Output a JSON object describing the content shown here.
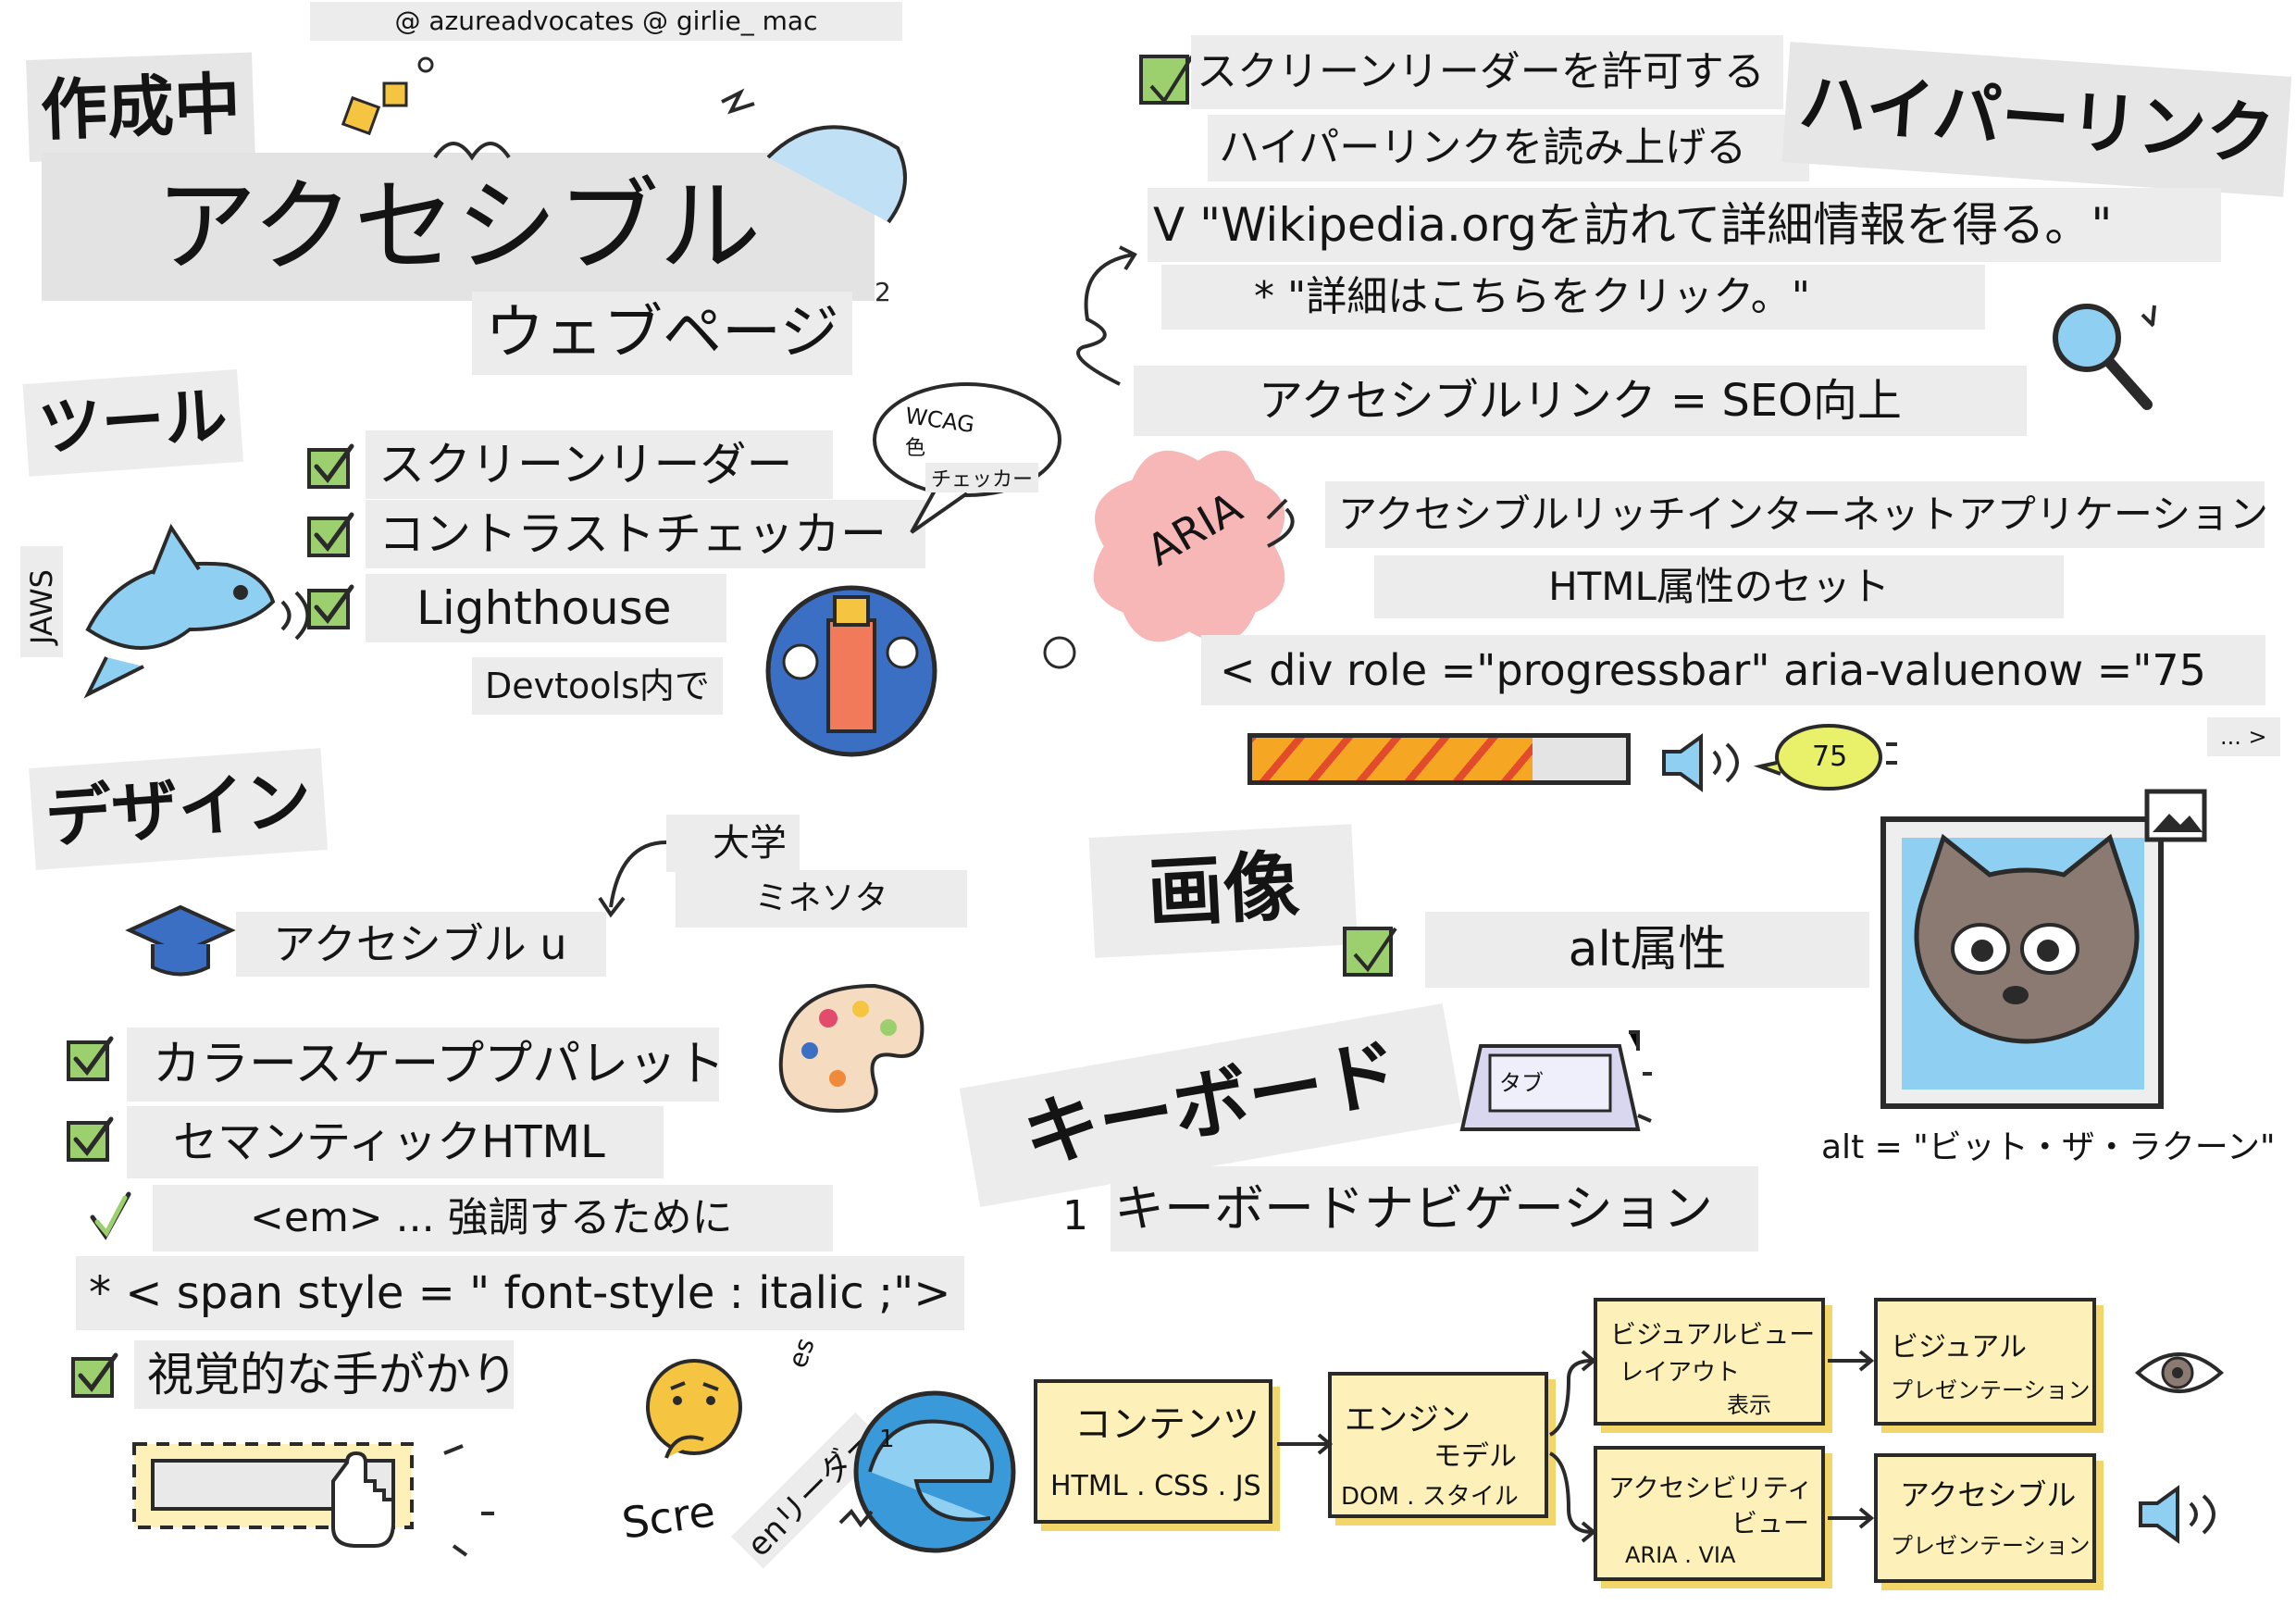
{
  "credit": "@ azureadvocates @ girlie_ mac",
  "title": {
    "line1": "作成中",
    "line2": "アクセシブル",
    "line3": "ウェブページ"
  },
  "tools": {
    "heading": "ツール",
    "items": [
      "スクリーンリーダー",
      "コントラストチェッカー",
      "Lighthouse"
    ],
    "devtools_note": "Devtools内で",
    "jaws": "JAWS",
    "bubble_line1": "WCAG",
    "bubble_line2": "色",
    "bubble_line3": "チェッカー"
  },
  "design": {
    "heading": "デザイン",
    "university": "大学",
    "minnesota": "ミネソタ",
    "accessible_u": "アクセシブル u",
    "items": [
      "カラースケーププパレット",
      "セマンティックHTML"
    ],
    "em_note": "<em> ... 強調するために",
    "span_note": "* < span style = \" font-style : italic ;\">",
    "visual_cues": "視覚的な手がかり"
  },
  "hyperlinks": {
    "heading": "ハイパーリンク",
    "allow_reader": "スクリーンリーダーを許可する",
    "read_aloud": "ハイパーリンクを読み上げる",
    "good_example": "V \"Wikipedia.orgを訪れて詳細情報を得る。\"",
    "bad_example": "* \"詳細はこちらをクリック。\"",
    "seo": "アクセシブルリンク = SEO向上"
  },
  "aria": {
    "cloud": "ARIA",
    "full_name": "アクセシブルリッチインターネットアプリケーション",
    "attrs": "HTML属性のセット",
    "code": "< div role =\"progressbar\" aria-valuenow =\"75",
    "ellipsis": "... >",
    "value_label": "75",
    "progress": 0.75
  },
  "images": {
    "heading": "画像",
    "alt_attr": "alt属性",
    "alt_example": "alt = \"ビット・ザ・ラクーン\""
  },
  "keyboard": {
    "heading": "キーボード",
    "tab_key": "タブ",
    "nav": "キーボードナビゲーション",
    "num": "1"
  },
  "flow": {
    "content_title": "コンテンツ",
    "content_sub": "HTML . CSS . JS",
    "engine_title": "エンジン",
    "engine_model": "モデル",
    "engine_sub": "DOM . スタイル",
    "visual_view": "ビジュアルビュー",
    "layout": "レイアウト",
    "display": "表示",
    "a11y_view": "アクセシビリティ",
    "view": "ビュー",
    "aria_via": "ARIA . VIA",
    "visual_title": "ビジュアル",
    "presentation1": "プレゼンテーション",
    "accessible_title": "アクセシブル",
    "presentation2": "プレゼンテーション",
    "screen_fragment": "Scre",
    "reader_fragment": "enリーダー",
    "es_fragment": "es",
    "num1": "1",
    "num2": "2"
  },
  "colors": {
    "label_bg": "#ececec",
    "check_green": "#9ccf6e",
    "flow_yellow": "#fdf0b8",
    "aria_pink": "#f7b7b7",
    "progress_orange": "#f5a623"
  }
}
